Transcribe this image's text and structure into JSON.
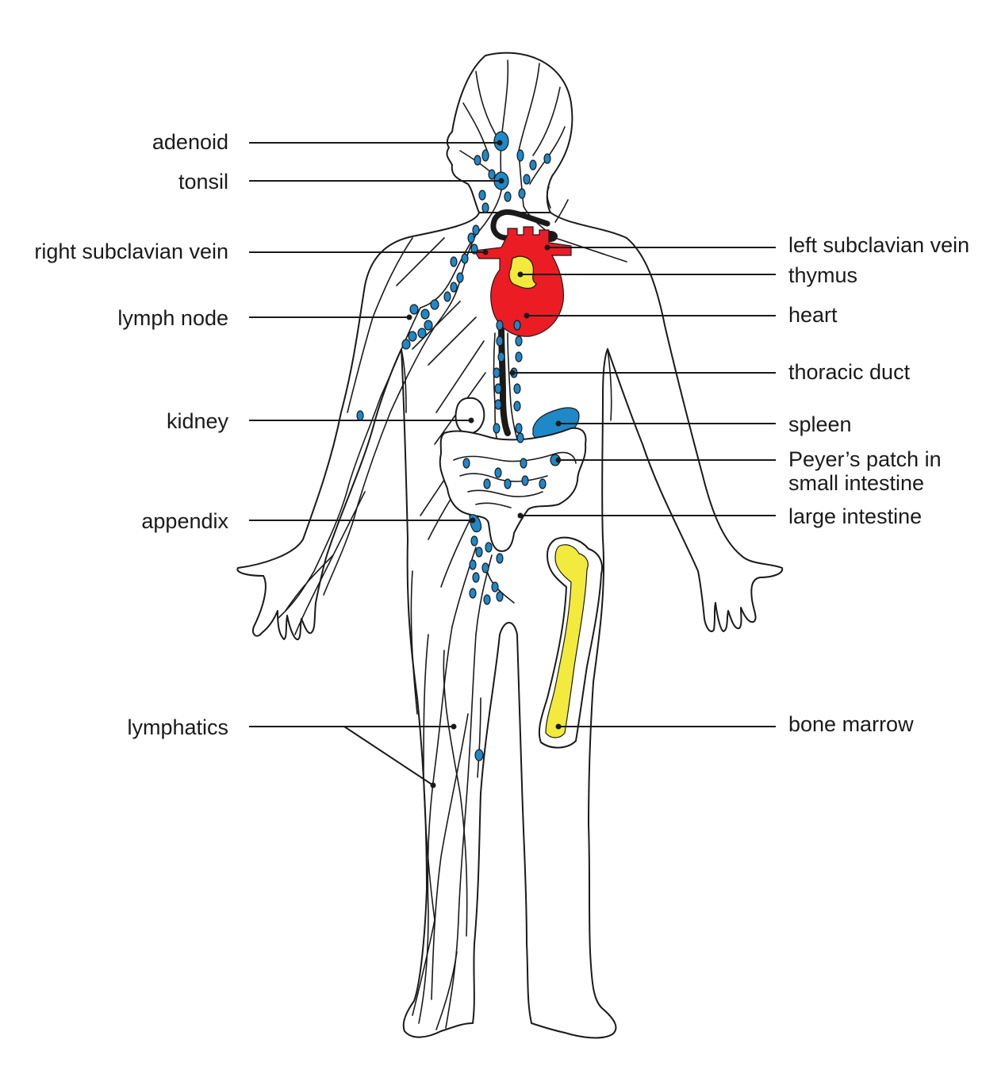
{
  "diagram": {
    "colors": {
      "lymph_node": "#1e88c8",
      "heart": "#ec1c24",
      "thymus": "#f2ea3c",
      "bone_marrow": "#f2ea3c",
      "outline": "#1a1a1a"
    },
    "labels_left": {
      "adenoid": "adenoid",
      "tonsil": "tonsil",
      "right_subclavian_vein": "right subclavian vein",
      "lymph_node": "lymph node",
      "kidney": "kidney",
      "appendix": "appendix",
      "lymphatics": "lymphatics"
    },
    "labels_right": {
      "left_subclavian_vein": "left subclavian vein",
      "thymus": "thymus",
      "heart": "heart",
      "thoracic_duct": "thoracic duct",
      "spleen": "spleen",
      "peyers_patch_line1": "Peyer’s patch in",
      "peyers_patch_line2": "small intestine",
      "large_intestine": "large intestine",
      "bone_marrow": "bone marrow"
    }
  }
}
